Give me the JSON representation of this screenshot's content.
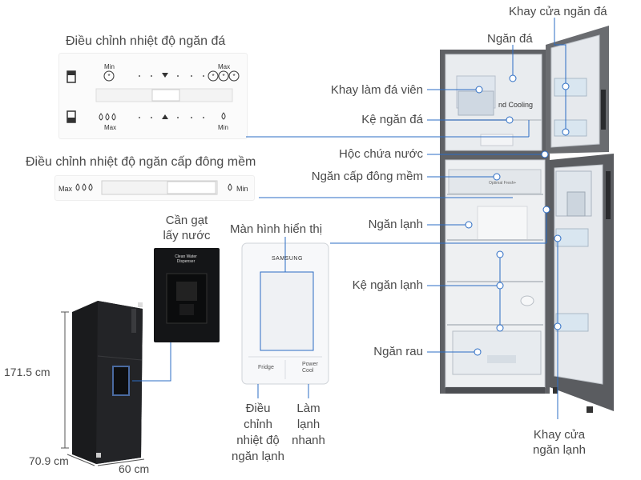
{
  "titles": {
    "freezer_control": "Điều chỉnh nhiệt độ ngăn đá",
    "softfreeze_control": "Điều chỉnh nhiệt độ ngăn cấp đông mềm"
  },
  "freezer_panel": {
    "row1_left": "Min",
    "row1_right": "Max",
    "row2_left": "Max",
    "row2_right": "Min"
  },
  "softfreeze_panel": {
    "left": "Max",
    "right": "Min"
  },
  "callouts": {
    "ice_door_tray": "Khay cửa ngăn đá",
    "freezer": "Ngăn đá",
    "ice_maker_tray": "Khay làm đá viên",
    "freezer_shelf": "Kệ ngăn đá",
    "water_tank": "Hộc chứa nước",
    "soft_freeze": "Ngăn cấp đông mềm",
    "fridge": "Ngăn lạnh",
    "fridge_shelf": "Kệ ngăn lạnh",
    "crisper": "Ngăn rau",
    "fridge_door_tray_1": "Khay cửa",
    "fridge_door_tray_2": "ngăn lạnh",
    "water_lever_1": "Cần gạt",
    "water_lever_2": "lấy nước",
    "display": "Màn hình hiển thị",
    "fridge_adjust": [
      "Điều",
      "chỉnh",
      "nhiệt độ",
      "ngăn lạnh"
    ],
    "quick_cool": [
      "Làm",
      "lạnh",
      "nhanh"
    ]
  },
  "display_panel": {
    "brand": "SAMSUNG",
    "btn_fridge": "Fridge",
    "btn_power_1": "Power",
    "btn_power_2": "Cool"
  },
  "fridge_inner": {
    "cooling_text": "nd Cooling",
    "soft_freeze_text": "Optimal Fresh+"
  },
  "dispenser_text": [
    "Clean Water",
    "Dispenser"
  ],
  "dimensions": {
    "height": "171.5 cm",
    "depth": "70.9 cm",
    "width": "60 cm"
  },
  "colors": {
    "line": "#2b6cc4",
    "dot": "#ffffff",
    "body_dark": "#1c1c1e",
    "steel": "#5c5e63"
  }
}
